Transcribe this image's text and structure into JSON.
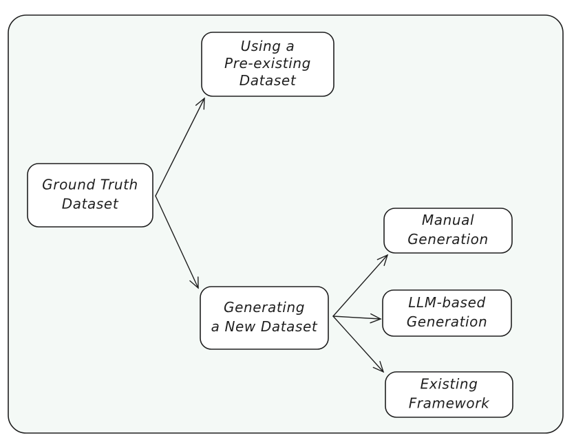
{
  "diagram": {
    "colors": {
      "background": "#f4f9f6",
      "frame_stroke": "#1e1e1e",
      "node_fill": "#ffffff",
      "node_stroke": "#1e1e1e",
      "text": "#1e1e1e"
    },
    "nodes": [
      {
        "id": "ground-truth-dataset",
        "lines": [
          "Ground Truth",
          "Dataset"
        ]
      },
      {
        "id": "using-pre-existing-dataset",
        "lines": [
          "Using a",
          "Pre-existing",
          "Dataset"
        ]
      },
      {
        "id": "generating-new-dataset",
        "lines": [
          "Generating",
          "a New Dataset"
        ]
      },
      {
        "id": "manual-generation",
        "lines": [
          "Manual",
          "Generation"
        ]
      },
      {
        "id": "llm-based-generation",
        "lines": [
          "LLM-based",
          "Generation"
        ]
      },
      {
        "id": "existing-framework",
        "lines": [
          "Existing",
          "Framework"
        ]
      }
    ],
    "edges": [
      {
        "from": "ground-truth-dataset",
        "to": "using-pre-existing-dataset"
      },
      {
        "from": "ground-truth-dataset",
        "to": "generating-new-dataset"
      },
      {
        "from": "generating-new-dataset",
        "to": "manual-generation"
      },
      {
        "from": "generating-new-dataset",
        "to": "llm-based-generation"
      },
      {
        "from": "generating-new-dataset",
        "to": "existing-framework"
      }
    ]
  }
}
